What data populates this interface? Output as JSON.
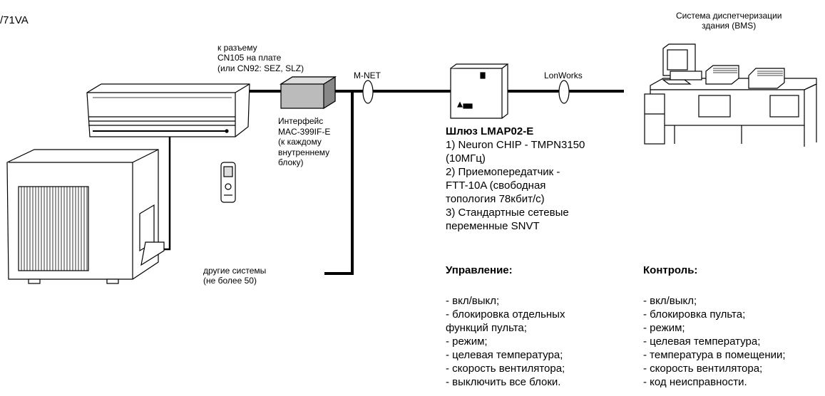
{
  "model_fragment": "/71VA",
  "bms_title": "Система диспетчеризации\nздания (BMS)",
  "connector_note": "к разъему\nCN105 на плате\n(или CN92: SEZ, SLZ)",
  "mnet_label": "M-NET",
  "lonworks_label": "LonWorks",
  "interface_label": "Интерфейс\nMAC-399IF-E\n(к каждому\nвнутреннему\nблоку)",
  "other_systems": "другие системы\n(не более 50)",
  "gateway": {
    "title": "Шлюз LMAP02-E",
    "specs": "1) Neuron CHIP - TMPN3150\n(10МГц)\n2) Приемопередатчик -\nFTT-10A (свободная\nтопология 78кбит/с)\n3) Стандартные сетевые\nпеременные SNVT"
  },
  "control": {
    "title": "Управление:",
    "items": "- вкл/выкл;\n- блокировка отдельных\nфункций пульта;\n- режим;\n- целевая температура;\n- скорость вентилятора;\n- выключить все блоки."
  },
  "monitoring": {
    "title": "Контроль:",
    "items": "- вкл/выкл;\n- блокировка пульта;\n- режим;\n- целевая температура;\n- температура в помещении;\n- скорость вентилятора;\n- код неисправности."
  }
}
